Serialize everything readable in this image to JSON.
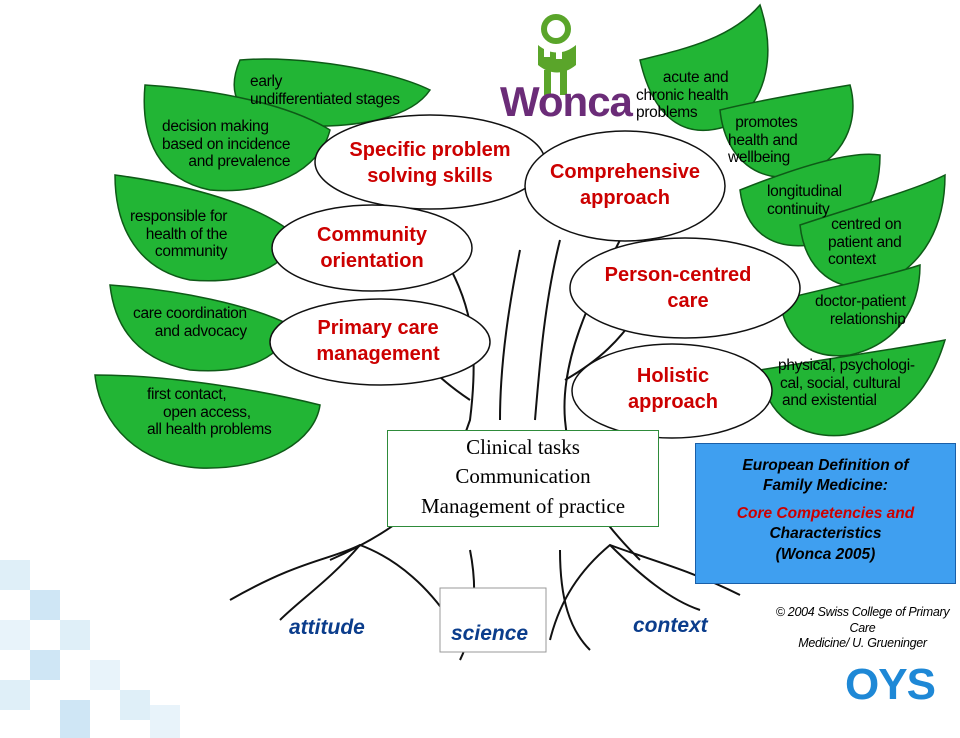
{
  "logo": {
    "name": "Wonca",
    "icon": "wonca-stick-figure-icon"
  },
  "left_leaves": [
    {
      "lines": [
        "early",
        "undifferentiated stages"
      ]
    },
    {
      "lines": [
        "decision making",
        "based on  incidence",
        "and prevalence"
      ]
    },
    {
      "lines": [
        "responsible for",
        "health of the",
        "community"
      ]
    },
    {
      "lines": [
        "care coordination",
        "and advocacy"
      ]
    },
    {
      "lines": [
        "first contact,",
        "open access,",
        "all health problems"
      ]
    }
  ],
  "right_leaves": [
    {
      "lines": [
        "acute  and",
        "chronic health",
        "problems"
      ]
    },
    {
      "lines": [
        "promotes",
        "health and",
        "wellbeing"
      ]
    },
    {
      "lines": [
        "longitudinal",
        "continuity"
      ]
    },
    {
      "lines": [
        "centred on",
        "patient and",
        "context"
      ]
    },
    {
      "lines": [
        "doctor-patient",
        "relationship"
      ]
    },
    {
      "lines": [
        "physical, psychologi-",
        "cal, social, cultural",
        "and existential"
      ]
    }
  ],
  "competencies": [
    {
      "lines": [
        "Specific problem",
        "solving skills"
      ]
    },
    {
      "lines": [
        "Community",
        "orientation"
      ]
    },
    {
      "lines": [
        "Primary care",
        "management"
      ]
    },
    {
      "lines": [
        "Comprehensive",
        "approach"
      ]
    },
    {
      "lines": [
        "Person-centred",
        "care"
      ]
    },
    {
      "lines": [
        "Holistic",
        "approach"
      ]
    }
  ],
  "center_box": {
    "lines": [
      "Clinical tasks",
      "Communication",
      "Management of practice"
    ]
  },
  "definition_box": {
    "line1": "European Definition of",
    "line2": "Family Medicine:",
    "line3": "Core Competencies and",
    "line4": "Characteristics",
    "line5": "(Wonca 2005)"
  },
  "roots": {
    "attitude": "attitude",
    "science": "science",
    "context": "context"
  },
  "copyright": {
    "line1": "© 2004 Swiss College of Primary Care",
    "line2": "Medicine/  U. Grueninger"
  },
  "brand": "OYS",
  "colors": {
    "leaf": "#22b535",
    "leaf_stroke": "#0e5a17",
    "accent_red": "#cc0000",
    "box_blue": "#3f9ff0",
    "root_text": "#0b3d8c",
    "brand_blue": "#1e88d6",
    "logo_purple": "#6b2c78",
    "logo_green": "#5aa52a"
  }
}
